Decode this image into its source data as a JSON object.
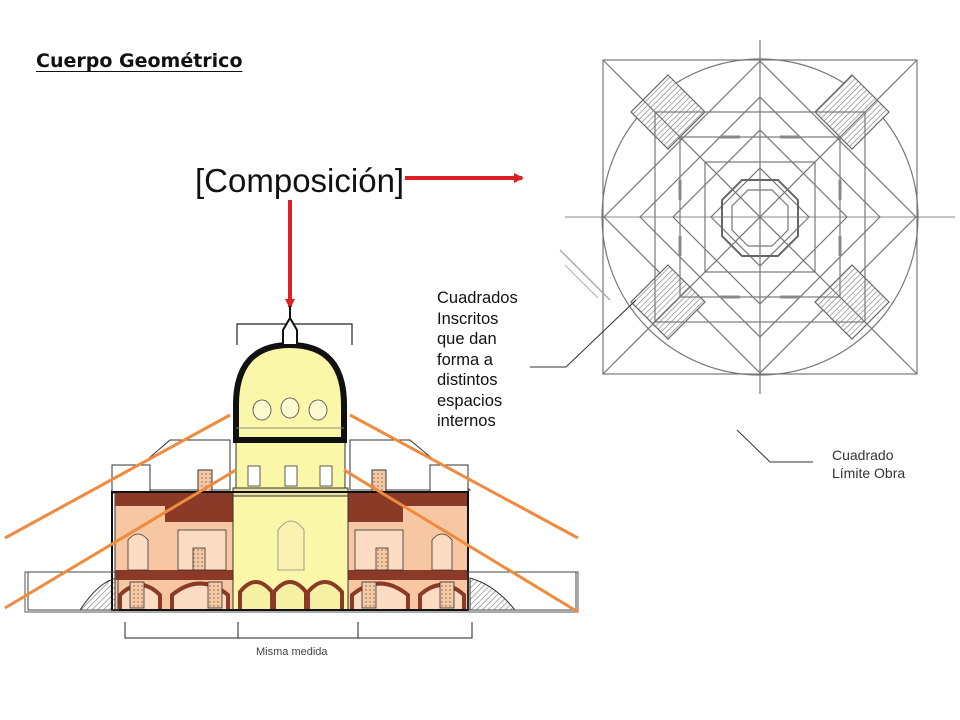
{
  "title": "Cuerpo Geométrico",
  "composition_label": "[Composición]",
  "annotations": {
    "inscribed_squares": [
      "Cuadrados",
      "Inscritos",
      "que dan",
      "forma a",
      "distintos",
      "espacios",
      "internos"
    ],
    "limit_square": [
      "Cuadrado",
      "Límite Obra"
    ],
    "same_measure": "Misma medida"
  },
  "colors": {
    "arrow": "#dd1f26",
    "pyramid_lines": "#f08a3c",
    "central_dome": "#fbf7a8",
    "side_rooms": "#f6c7a2",
    "brick": "#8a3a26",
    "plan_lines": "#777777"
  }
}
